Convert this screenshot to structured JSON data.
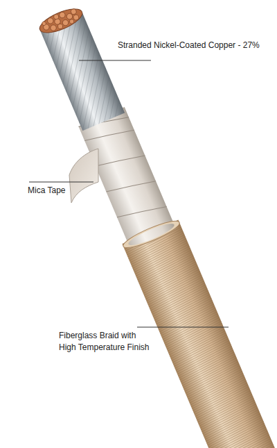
{
  "diagram": {
    "labels": [
      "Stranded Nickel-Coated Copper - 27%",
      "Mica Tape",
      "Fiberglass Braid with High Temperature Finish"
    ]
  }
}
